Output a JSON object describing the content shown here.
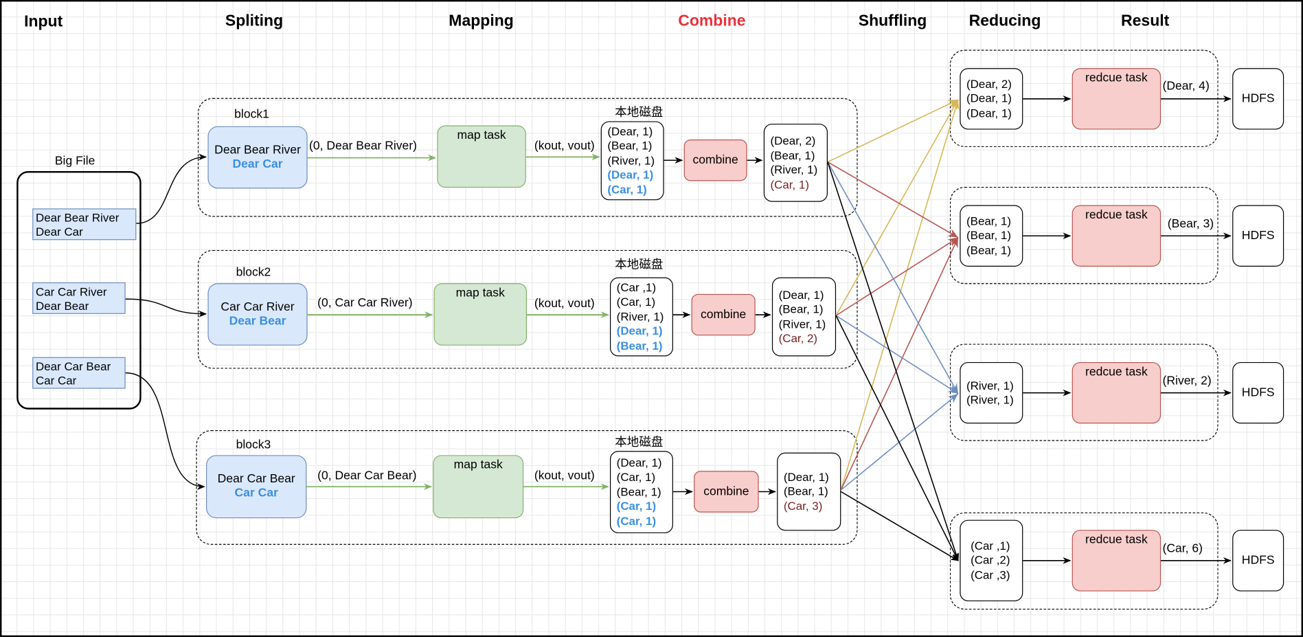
{
  "headers": {
    "input": "Input",
    "splitting": "Spliting",
    "mapping": "Mapping",
    "combine": "Combine",
    "shuffling": "Shuffling",
    "reducing": "Reducing",
    "result": "Result"
  },
  "colors": {
    "combine_header": "#e8333b",
    "blue_text": "#3b8fe0",
    "split_fill": "#dae8fc",
    "map_fill": "#d5e8d4",
    "reduce_fill": "#f8cecc",
    "edge_dear": "#d6b656",
    "edge_bear": "#b85450",
    "edge_river": "#6c8ebf",
    "edge_car": "#000000"
  },
  "big_file": {
    "label": "Big File",
    "lines": [
      [
        "Dear Bear River",
        "Dear Car"
      ],
      [
        "Car Car River",
        "Dear Bear"
      ],
      [
        "Dear Car Bear",
        "Car Car"
      ]
    ]
  },
  "blocks": [
    {
      "name": "block1",
      "split": [
        "Dear Bear River",
        "Dear Car"
      ],
      "split_edge": "(0, Dear Bear River)",
      "map_task": "map task",
      "map_edge": "(kout, vout)",
      "disk_label": "本地磁盘",
      "map_output": [
        "(Dear, 1)",
        "(Bear, 1)",
        "(River, 1)",
        "(Dear, 1)",
        "(Car, 1)"
      ],
      "combine": "combine",
      "combined": [
        "(Dear, 2)",
        "(Bear, 1)",
        "(River, 1)",
        "(Car, 1)"
      ]
    },
    {
      "name": "block2",
      "split": [
        "Car Car River",
        "Dear Bear"
      ],
      "split_edge": "(0, Car Car River)",
      "map_task": "map task",
      "map_edge": "(kout, vout)",
      "disk_label": "本地磁盘",
      "map_output": [
        "(Car ,1)",
        "(Car, 1)",
        "(River, 1)",
        "(Dear, 1)",
        "(Bear, 1)"
      ],
      "combine": "combine",
      "combined": [
        "(Dear, 1)",
        "(Bear, 1)",
        "(River, 1)",
        "(Car, 2)"
      ]
    },
    {
      "name": "block3",
      "split": [
        "Dear Car Bear",
        "Car Car"
      ],
      "split_edge": "(0, Dear Car Bear)",
      "map_task": "map task",
      "map_edge": "(kout, vout)",
      "disk_label": "本地磁盘",
      "map_output": [
        "(Dear, 1)",
        "(Car, 1)",
        "(Bear, 1)",
        "(Car, 1)",
        "(Car, 1)"
      ],
      "combine": "combine",
      "combined": [
        "(Dear, 1)",
        "(Bear, 1)",
        "(Car, 3)"
      ]
    }
  ],
  "reducers": [
    {
      "input": [
        "(Dear, 2)",
        "(Dear, 1)",
        "(Dear, 1)"
      ],
      "task": "redcue task",
      "output": "(Dear, 4)",
      "sink": "HDFS"
    },
    {
      "input": [
        "(Bear, 1)",
        "(Bear, 1)",
        "(Bear, 1)"
      ],
      "task": "redcue task",
      "output": "(Bear, 3)",
      "sink": "HDFS"
    },
    {
      "input": [
        "(River, 1)",
        "(River, 1)"
      ],
      "task": "redcue task",
      "output": "(River, 2)",
      "sink": "HDFS"
    },
    {
      "input": [
        "(Car ,1)",
        "(Car ,2)",
        "(Car ,3)"
      ],
      "task": "redcue task",
      "output": "(Car, 6)",
      "sink": "HDFS"
    }
  ]
}
